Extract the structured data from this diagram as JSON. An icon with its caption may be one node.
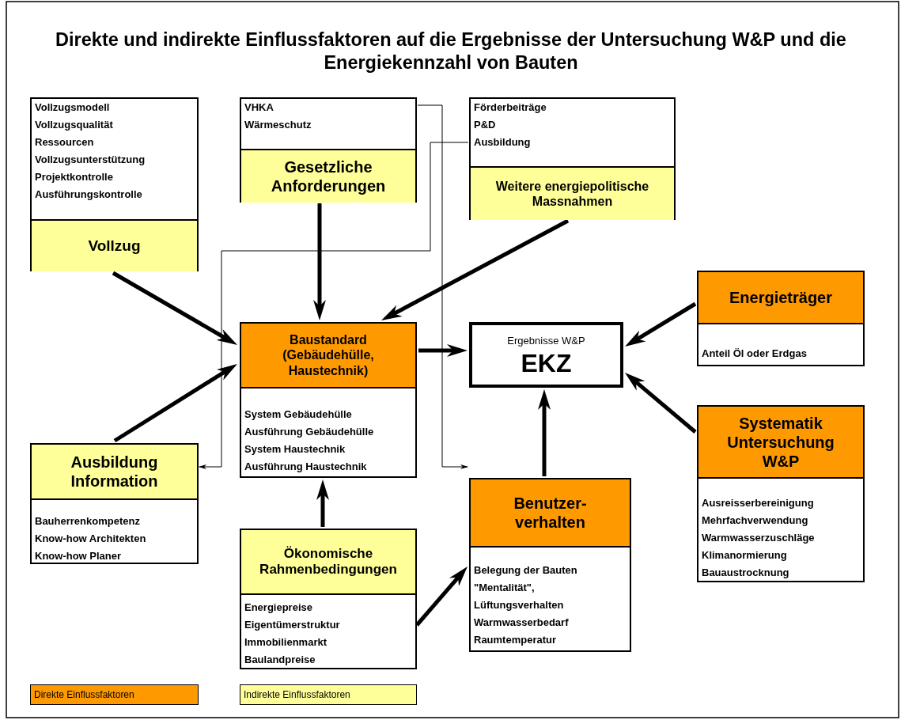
{
  "diagram": {
    "title": "Direkte und indirekte Einflussfaktoren auf die Ergebnisse der Untersuchung W&P und die Energiekennzahl von Bauten",
    "nodes": [
      {
        "text": [
          "Vollzugsmodell",
          "Vollzugsqualität",
          "Ressourcen",
          "Vollzugsunterstützung",
          "Projektkontrolle",
          "Ausführungskontrolle",
          "Vollzug"
        ]
      },
      {
        "text": [
          "VHKA",
          "Wärmeschutz",
          "Gesetzliche Anforderungen"
        ]
      },
      {
        "text": [
          "Förderbeiträge",
          "P&D",
          "Ausbildung",
          "Weitere energiepolitische Massnahmen"
        ]
      },
      {
        "text": [
          "Energieträger",
          "Anteil Öl oder Erdgas"
        ]
      },
      {
        "text": [
          "Baustandard (Gebäudehülle, Haustechnik)",
          "System Gebäudehülle",
          "Ausführung Gebäudehülle",
          "System Haustechnik",
          "Ausführung Haustechnik"
        ]
      },
      {
        "text": [
          "Ergebnisse W&P",
          "EKZ"
        ]
      },
      {
        "text": [
          "Ausbildung Information",
          "Bauherrenkompetenz",
          "Know-how Architekten",
          "Know-how Planer"
        ]
      },
      {
        "text": [
          "Systematik Untersuchung W&P",
          "Ausreisserbereinigung",
          "Mehrfachverwendung",
          "Warmwasserzuschläge",
          "Klimanormierung",
          "Bauaustrocknung"
        ]
      },
      {
        "text": [
          "Benutzer-verhalten",
          "Belegung der Bauten",
          "\"Mentalität\",",
          "Lüftungsverhalten",
          "Warmwasserbedarf",
          "Raumtemperatur"
        ]
      },
      {
        "text": [
          "Ökonomische Rahmenbedingungen",
          "Energiepreise",
          "Eigentümerstruktur",
          "Immobilienmarkt",
          "Baulandpreise"
        ]
      }
    ],
    "edges": [
      {
        "from": 0,
        "to": 4,
        "arrow": "to"
      },
      {
        "from": 1,
        "to": 4,
        "arrow": "to"
      },
      {
        "from": 2,
        "to": 4,
        "arrow": "to"
      },
      {
        "from": 6,
        "to": 4,
        "arrow": "to"
      },
      {
        "from": 9,
        "to": 4,
        "arrow": "to"
      },
      {
        "from": 4,
        "to": 5,
        "arrow": "to"
      },
      {
        "from": 3,
        "to": 5,
        "arrow": "to"
      },
      {
        "from": 7,
        "to": 5,
        "arrow": "to"
      },
      {
        "from": 8,
        "to": 5,
        "arrow": "to"
      },
      {
        "from": 9,
        "to": 8,
        "arrow": "to"
      },
      {
        "from": 1,
        "to": 8,
        "arrow": "to"
      },
      {
        "from": 2,
        "to": 6,
        "arrow": "to"
      }
    ],
    "legend": [
      {
        "text": "Direkte Einflussfaktoren",
        "color": "#ff9900"
      },
      {
        "text": "Indirekte Einflussfaktoren",
        "color": "#ffff99"
      }
    ]
  }
}
